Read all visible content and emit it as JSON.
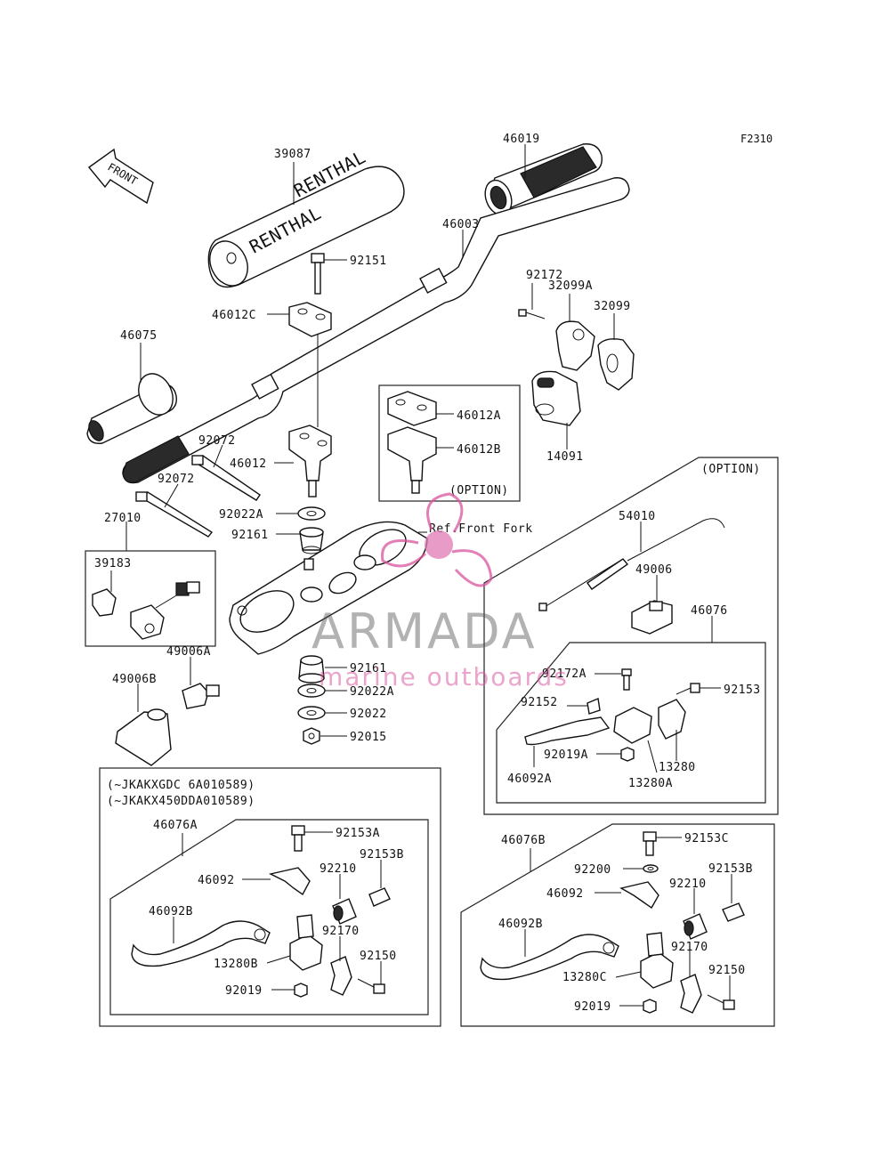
{
  "figure_code": "F2310",
  "front_arrow_label": "FRONT",
  "ref_label": "Ref.Front Fork",
  "option_label": "(OPTION)",
  "serial_notes": [
    "(~JKAKXGDC 6A010589)",
    "(~JKAKX450DDA010589)"
  ],
  "watermark": {
    "brand": "ARMADA",
    "tagline": "marine outboards",
    "color": "#d9559e"
  },
  "parts": {
    "p39087": "39087",
    "p46019": "46019",
    "p46003": "46003",
    "p92151": "92151",
    "p46012C": "46012C",
    "p46075": "46075",
    "p92172": "92172",
    "p32099A": "32099A",
    "p32099": "32099",
    "p14091": "14091",
    "p46012A": "46012A",
    "p46012B": "46012B",
    "p92072a": "92072",
    "p92072b": "92072",
    "p46012": "46012",
    "p27010": "27010",
    "p39183": "39183",
    "p92022A_top": "92022A",
    "p92161_top": "92161",
    "p54010": "54010",
    "p49006": "49006",
    "p46076": "46076",
    "p49006A": "49006A",
    "p49006B": "49006B",
    "p92161_bot": "92161",
    "p92022A_bot": "92022A",
    "p92022": "92022",
    "p92015": "92015",
    "p92172A": "92172A",
    "p92153": "92153",
    "p92152": "92152",
    "p92019A": "92019A",
    "p46092A": "46092A",
    "p13280": "13280",
    "p13280A": "13280A",
    "p46076A": "46076A",
    "p92153A": "92153A",
    "p92210_l": "92210",
    "p92153B_l": "92153B",
    "p46092_l": "46092",
    "p46092B_l": "46092B",
    "p92170_l": "92170",
    "p92150_l": "92150",
    "p13280B": "13280B",
    "p92019_l": "92019",
    "p46076B": "46076B",
    "p92153C": "92153C",
    "p92200": "92200",
    "p92210_r": "92210",
    "p92153B_r": "92153B",
    "p46092_r": "46092",
    "p46092B_r": "46092B",
    "p92170_r": "92170",
    "p92150_r": "92150",
    "p13280C": "13280C",
    "p92019_r": "92019"
  }
}
